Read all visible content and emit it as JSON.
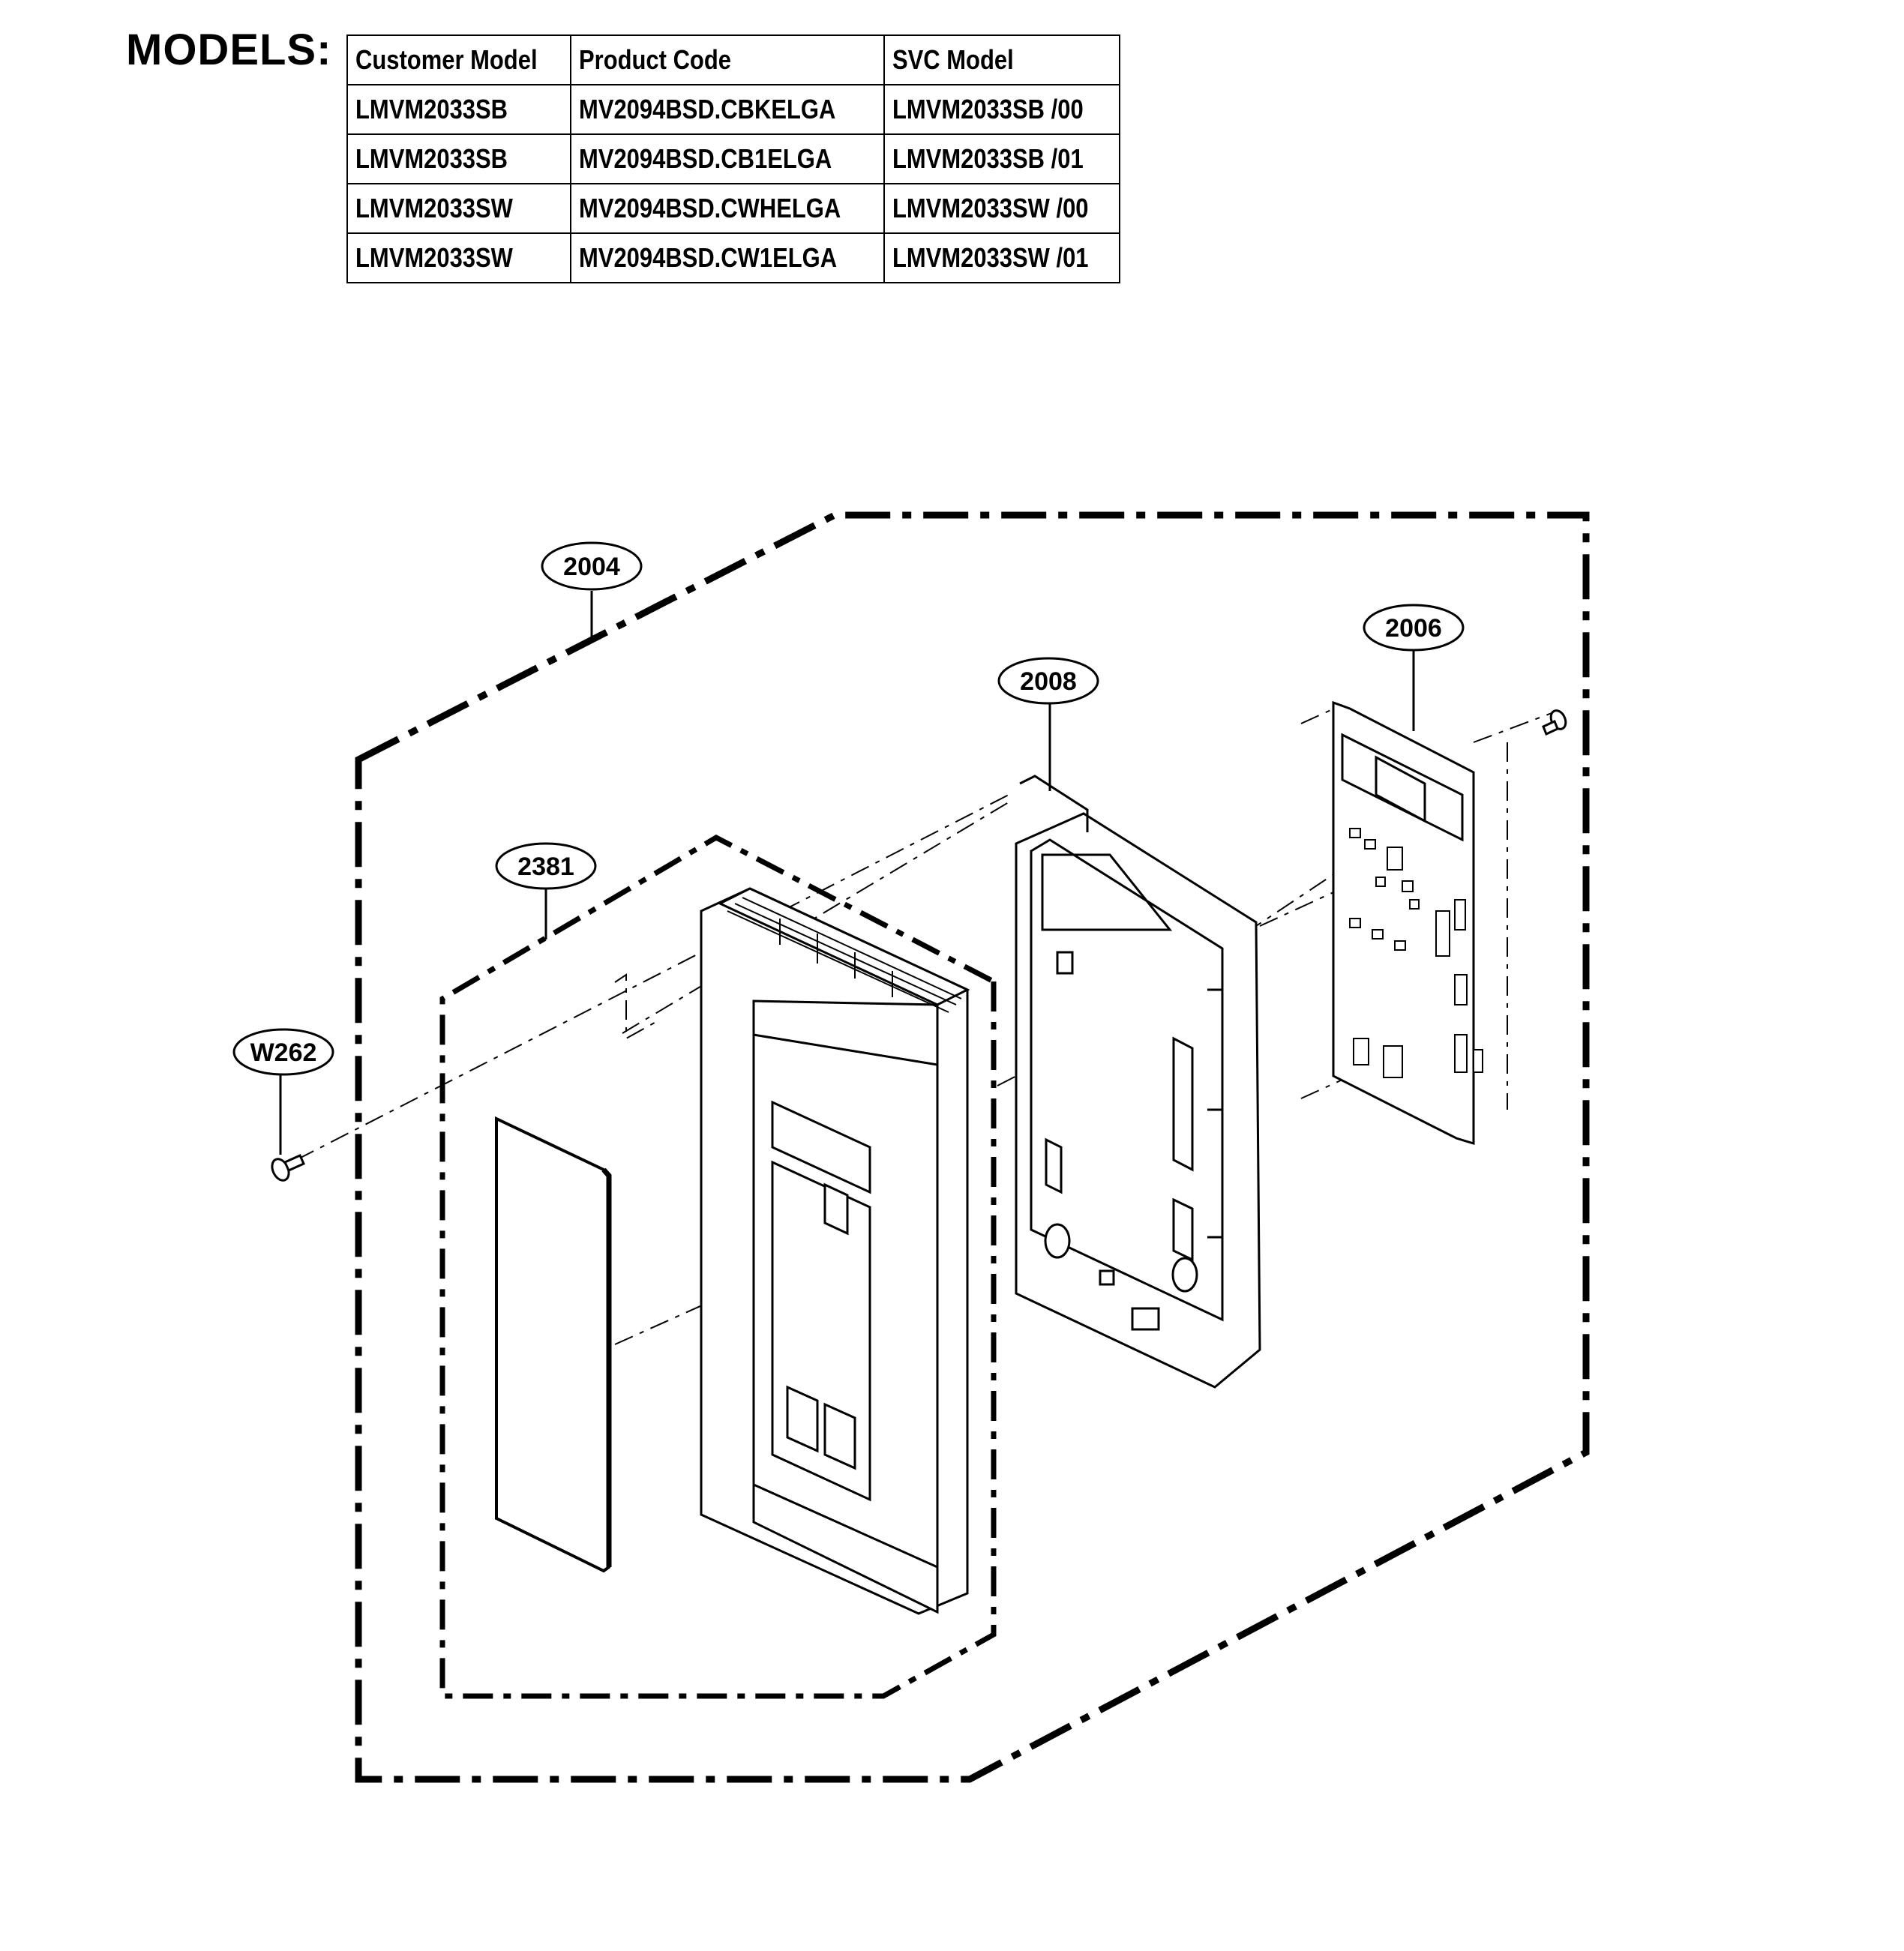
{
  "header": {
    "label": "MODELS:"
  },
  "models_table": {
    "columns": [
      "Customer Model",
      "Product Code",
      "SVC Model"
    ],
    "rows": [
      [
        "LMVM2033SB",
        "MV2094BSD.CBKELGA",
        "LMVM2033SB /00"
      ],
      [
        "LMVM2033SB",
        "MV2094BSD.CB1ELGA",
        "LMVM2033SB /01"
      ],
      [
        "LMVM2033SW",
        "MV2094BSD.CWHELGA",
        "LMVM2033SW /00"
      ],
      [
        "LMVM2033SW",
        "MV2094BSD.CW1ELGA",
        "LMVM2033SW /01"
      ]
    ]
  },
  "callouts": {
    "c2004": "2004",
    "c2006": "2006",
    "c2008": "2008",
    "c2381": "2381",
    "cW262": "W262"
  }
}
